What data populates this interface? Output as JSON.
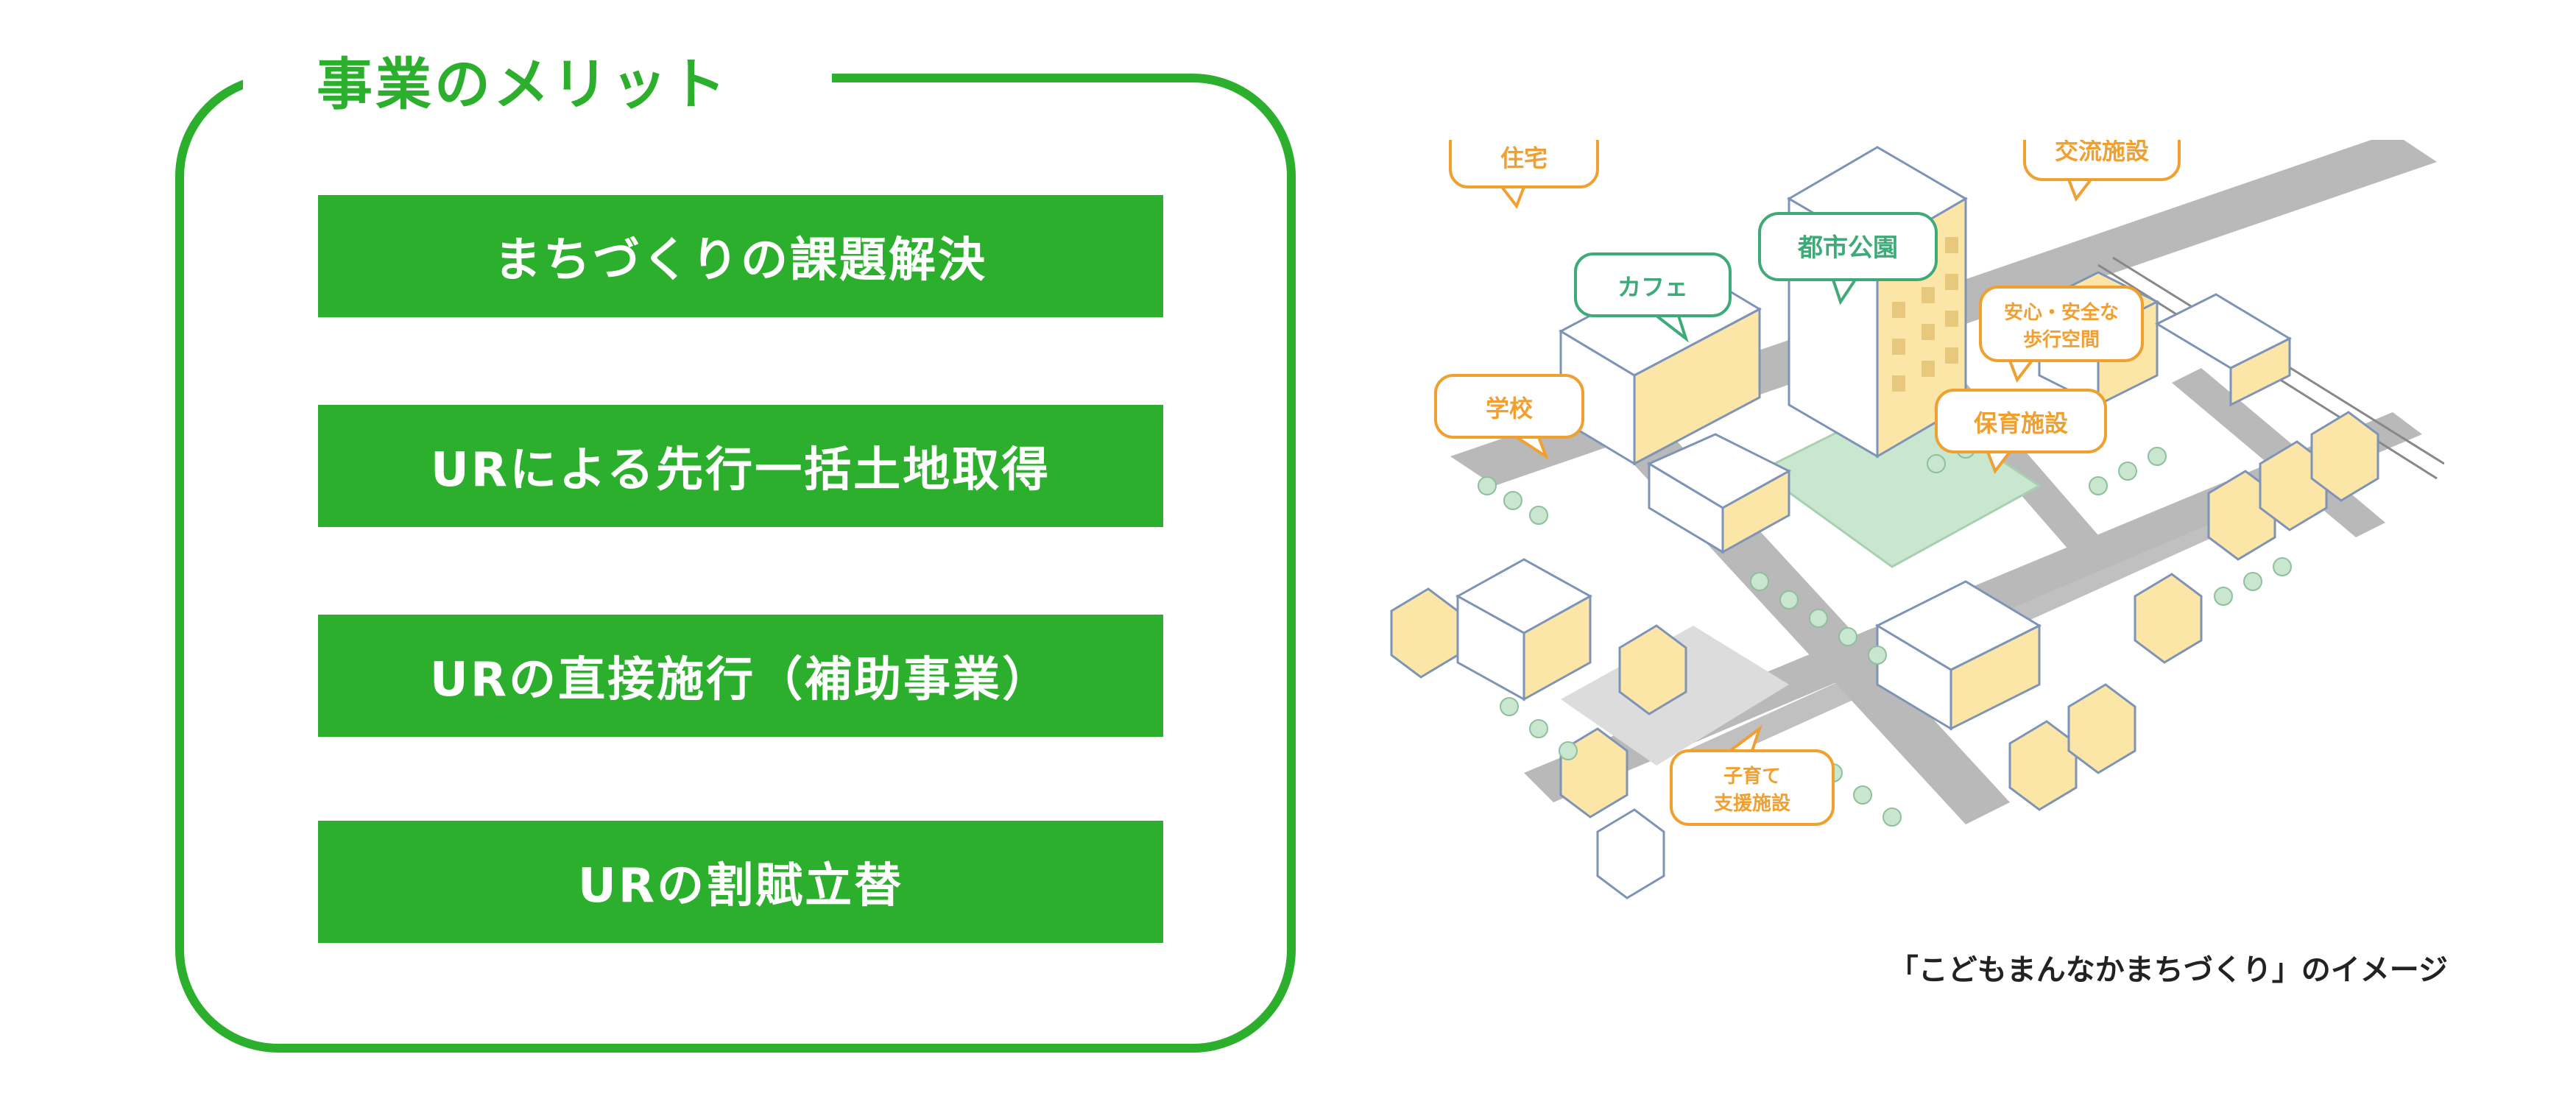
{
  "merits": {
    "title": "事業のメリット",
    "items": [
      "まちづくりの課題解決",
      "URによる先行一括土地取得",
      "URの直接施行（補助事業）",
      "URの割賦立替"
    ]
  },
  "illustration": {
    "labels": {
      "housing": "住宅",
      "exchange": "交流施設",
      "park": "都市公園",
      "cafe": "カフェ",
      "walkway_line1": "安心・安全な",
      "walkway_line2": "歩行空間",
      "school": "学校",
      "nursery": "保育施設",
      "childcare_line1": "子育て",
      "childcare_line2": "支援施設"
    },
    "caption": "「こどもまんなかまちづくり」のイメージ"
  },
  "colors": {
    "green": "#2caf2c",
    "orange_label": "#f0a030",
    "teal_label": "#3daa78",
    "road": "#b9b9b9",
    "building_yellow": "#fbe6a8",
    "building_line": "#7e94b6",
    "park": "#c9e7cf"
  }
}
